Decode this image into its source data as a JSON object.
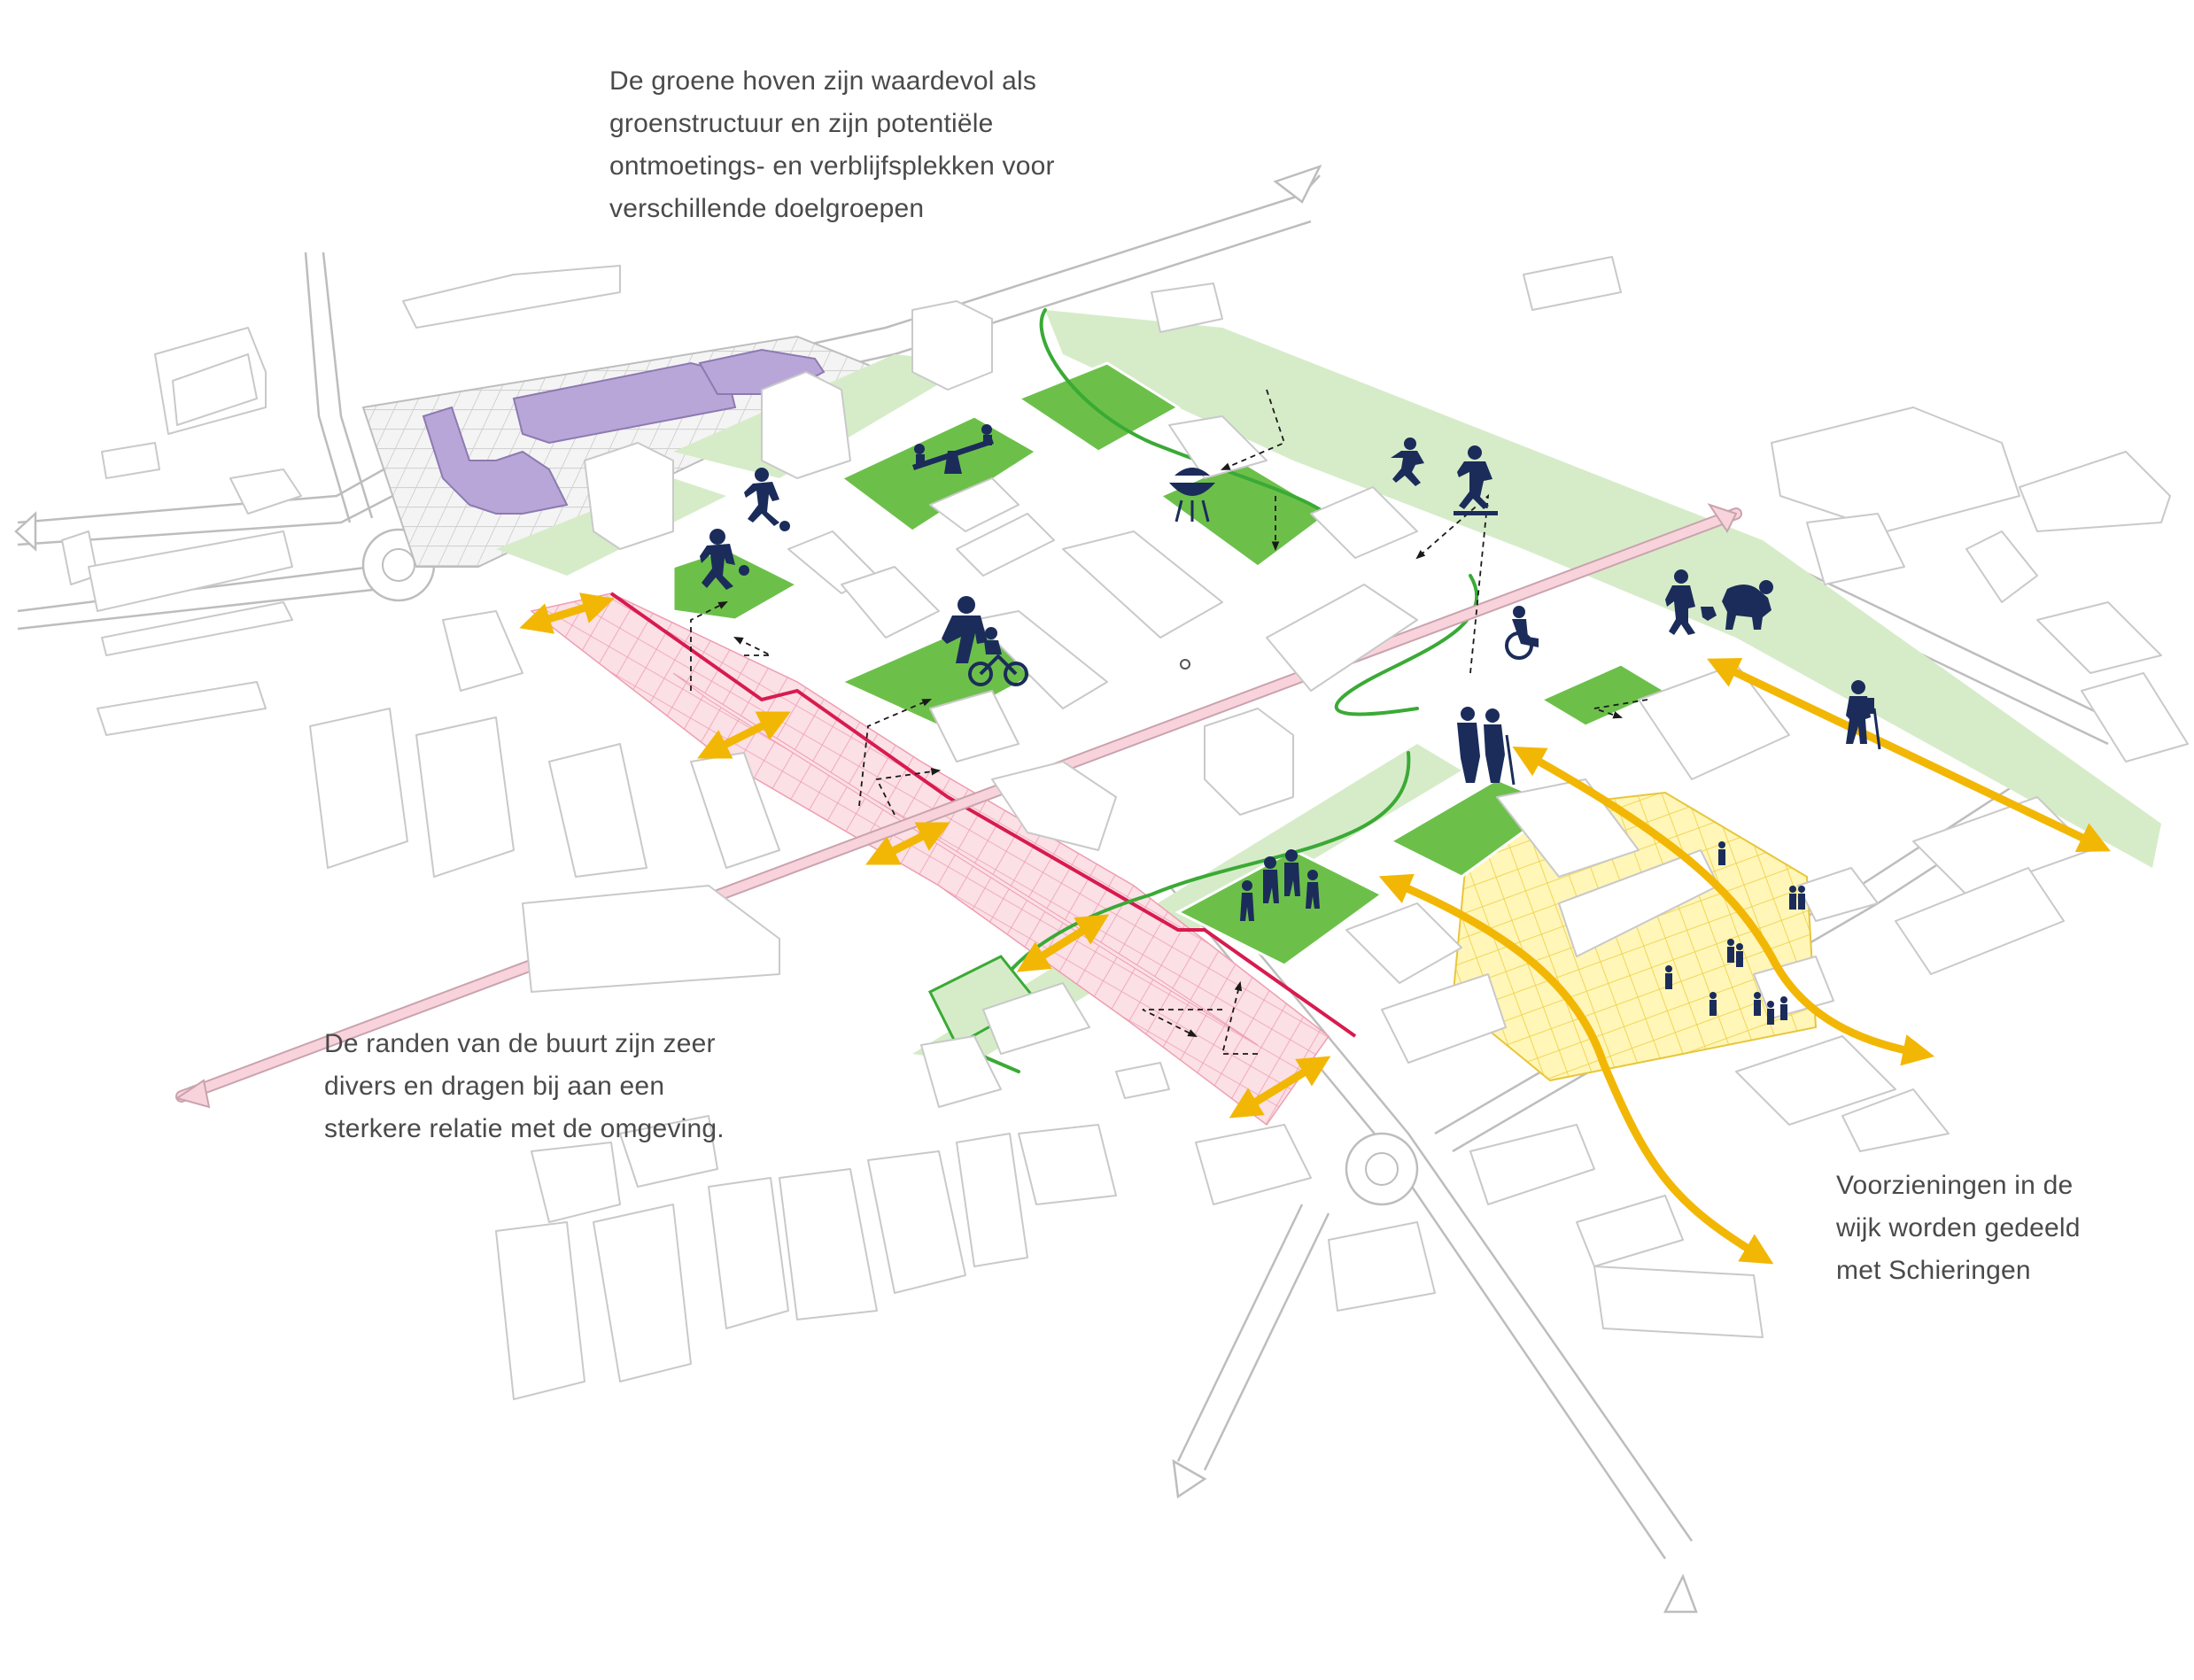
{
  "annotations": {
    "green_courts": {
      "lines": [
        "De groene hoven zijn waardevol als",
        "groenstructuur en zijn potentiële",
        "ontmoetings- en verblijfsplekken voor",
        "verschillende doelgroepen"
      ]
    },
    "edges": {
      "lines": [
        "De randen van de buurt zijn zeer",
        "divers en dragen bij aan een",
        "sterkere relatie met de omgeving."
      ]
    },
    "facilities": {
      "lines": [
        "Voorzieningen in de",
        "wijk worden gedeeld",
        "met Schieringen"
      ]
    }
  },
  "colors": {
    "text": "#4a4a4a",
    "court_green": "#6cc04a",
    "court_green_light": "#d6ecc9",
    "green_line": "#3aaa35",
    "edge_pink": "#f9d3dc",
    "edge_red": "#d81b4f",
    "facility_yellow": "#fdf19a",
    "arrow_yellow": "#f2b705",
    "purple_building": "#b9a6d8",
    "figure_navy": "#1b2c5a",
    "building_white": "#ffffff",
    "building_stroke": "#c9c9c9",
    "road_stroke": "#bdbdbd",
    "pink_route": "#f4c6d0"
  },
  "icons": [
    "seesaw-icon",
    "football-player-icon",
    "bbq-icon",
    "skater-icon",
    "skateboarder-icon",
    "parent-child-bike-icon",
    "wheelchair-icon",
    "elderly-couple-icon",
    "dog-walker-icon",
    "hiker-icon",
    "group-people-icon",
    "crowd-people-icon"
  ]
}
